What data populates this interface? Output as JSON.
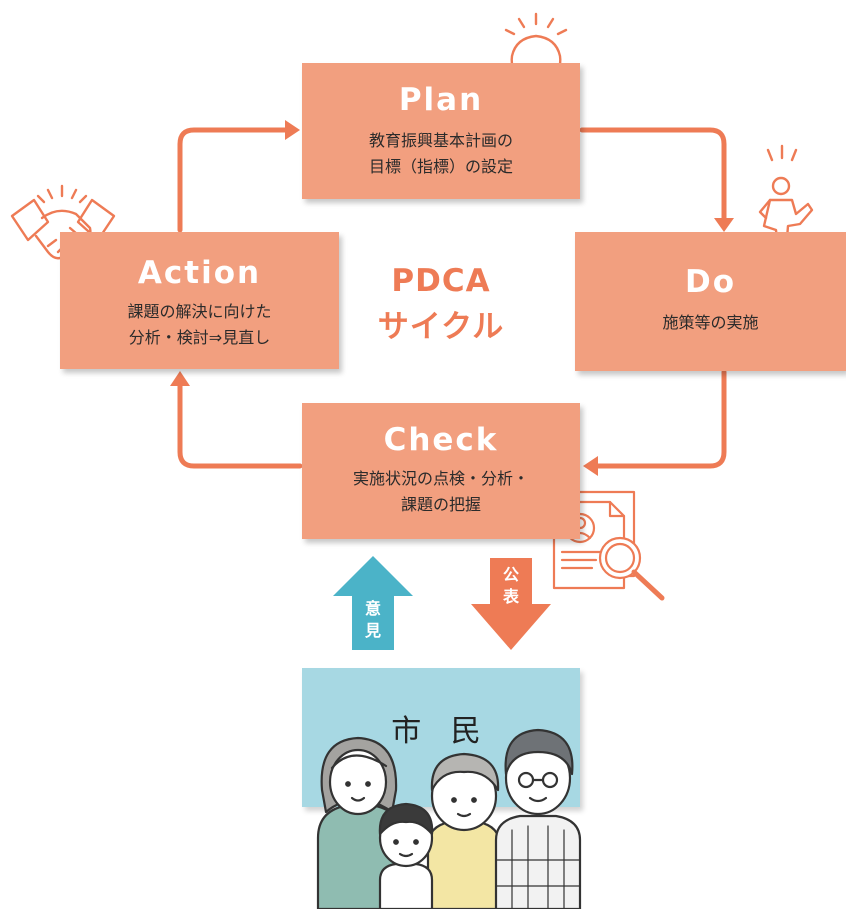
{
  "plan": {
    "title": "Plan",
    "lines": [
      "教育振興基本計画の",
      "目標（指標）の設定"
    ]
  },
  "do": {
    "title": "Do",
    "lines": [
      "施策等の実施"
    ]
  },
  "check": {
    "title": "Check",
    "lines": [
      "実施状況の点検・分析・",
      "課題の把握"
    ]
  },
  "action": {
    "title": "Action",
    "lines": [
      "課題の解決に向けた",
      "分析・検討⇒見直し"
    ]
  },
  "center": {
    "line1": "PDCA",
    "line2": "サイクル"
  },
  "citizen": {
    "label": "市 民"
  },
  "up_arrow": {
    "chars": [
      "意",
      "見"
    ]
  },
  "down_arrow": {
    "chars": [
      "公",
      "表"
    ]
  },
  "colors": {
    "box": "#f29f7f",
    "cycle_arrow": "#ee7b55",
    "up_arrow": "#4bb3c8",
    "down_arrow": "#ee7b55",
    "citizen_box": "#a7d8e3",
    "center_text": "#ee7b55"
  },
  "icons": [
    "lightbulb-icon",
    "person-stepping-icon",
    "document-magnifier-icon",
    "handshake-icon",
    "family-illustration"
  ]
}
